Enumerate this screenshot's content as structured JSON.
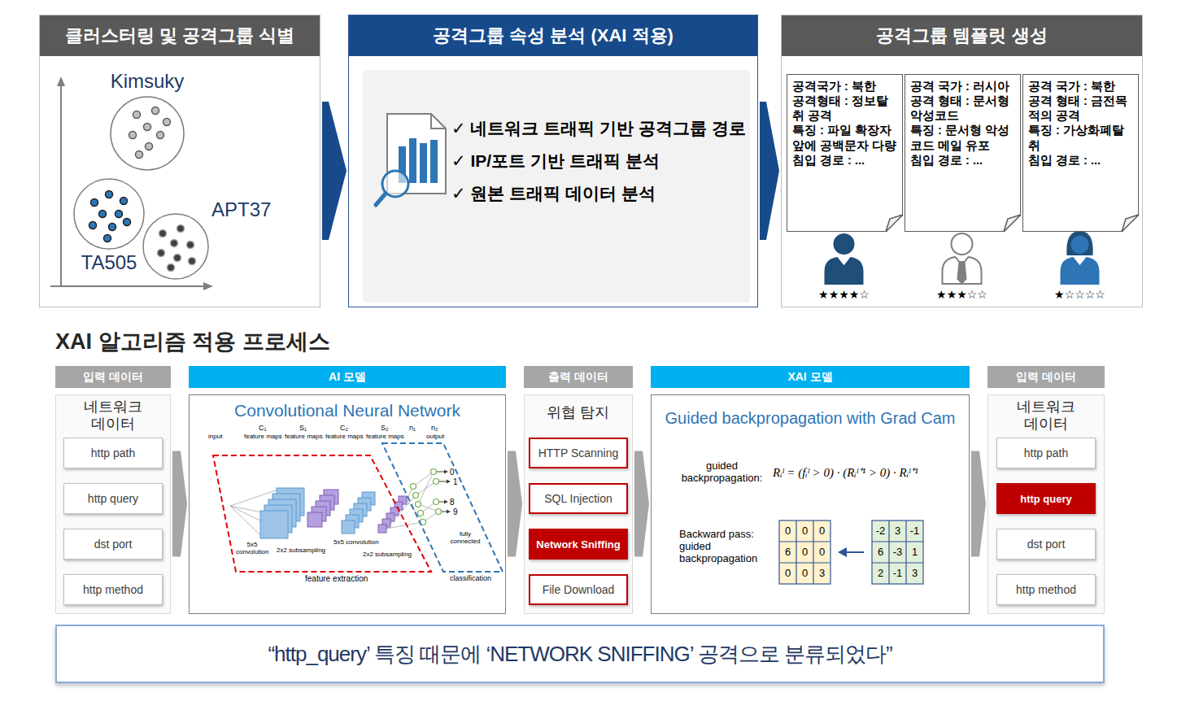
{
  "diagram": {
    "title": "XAI 알고리즘 적용 프로세스",
    "nodes": [
      {
        "text": [
          "클러스터링 및 공격그룹 식별"
        ]
      },
      {
        "text": [
          "Kimsuky"
        ],
        "in": 0
      },
      {
        "text": [
          "TA505"
        ],
        "in": 0
      },
      {
        "text": [
          "APT37"
        ],
        "in": 0
      },
      {
        "text": [
          "공격그룹 속성 분석 (XAI 적용)",
          "✓ 네트워크 트래픽 기반 공격그룹 경로",
          "✓ IP/포트 기반 트래픽 분석",
          "✓ 원본 트래픽 데이터 분석"
        ]
      },
      {
        "text": [
          "공격그룹 템플릿 생성"
        ]
      },
      {
        "text": [
          "공격국가 : 북한",
          "공격형태 : 정보탈취 공격",
          "특징 : 파일 확장자 앞에 공백문자 다량",
          "침입 경로 : ..."
        ],
        "in": 5
      },
      {
        "text": [
          "공격 국가 : 러시아",
          "공격 형태 : 문서형 악성코드",
          "특징 : 문서형 악성코드 메일 유포",
          "침입 경로 : ..."
        ],
        "in": 5
      },
      {
        "text": [
          "공격 국가 : 북한",
          "공격 형태 : 금전목적의 공격",
          "특징 : 가상화폐탈취",
          "침입 경로 : ..."
        ],
        "in": 5
      },
      {
        "text": [
          "입력 데이터",
          "네트워크 데이터"
        ]
      },
      {
        "text": [
          "http path"
        ],
        "in": 9
      },
      {
        "text": [
          "http query"
        ],
        "in": 9
      },
      {
        "text": [
          "dst port"
        ],
        "in": 9
      },
      {
        "text": [
          "http method"
        ],
        "in": 9
      },
      {
        "text": [
          "AI 모델",
          "Convolutional Neural Network"
        ]
      },
      {
        "text": [
          "출력 데이터",
          "위협 탐지"
        ]
      },
      {
        "text": [
          "HTTP Scanning"
        ],
        "in": 15
      },
      {
        "text": [
          "SQL Injection"
        ],
        "in": 15
      },
      {
        "text": [
          "Network Sniffing"
        ],
        "in": 15
      },
      {
        "text": [
          "File Download"
        ],
        "in": 15
      },
      {
        "text": [
          "XAI 모델",
          "Guided backpropagation with Grad Cam"
        ]
      },
      {
        "text": [
          "입력 데이터",
          "네트워크 데이터"
        ]
      },
      {
        "text": [
          "http path"
        ],
        "in": 21
      },
      {
        "text": [
          "http query"
        ],
        "in": 21
      },
      {
        "text": [
          "dst port"
        ],
        "in": 21
      },
      {
        "text": [
          "http method"
        ],
        "in": 21
      },
      {
        "text": [
          "“http_query’ 특징 때문에 ‘NETWORK SNIFFING’ 공격으로 분류되었다”"
        ]
      }
    ],
    "edges": [
      {
        "from": 0,
        "to": 4,
        "arrow": "to"
      },
      {
        "from": 4,
        "to": 5,
        "arrow": "to"
      },
      {
        "from": 9,
        "to": 14,
        "arrow": "to"
      },
      {
        "from": 14,
        "to": 15,
        "arrow": "to"
      },
      {
        "from": 15,
        "to": 20,
        "arrow": "to"
      },
      {
        "from": 20,
        "to": 21,
        "arrow": "to"
      }
    ],
    "labels": [
      "★★★★☆",
      "★★★☆☆",
      "★☆☆☆☆",
      "C₁",
      "feature maps",
      "S₁",
      "feature maps",
      "C₂",
      "feature maps",
      "S₂",
      "feature maps",
      "n₁",
      "n₂",
      "output",
      "input",
      "5x5 convolution",
      "2x2 subsampling",
      "5x5 convolution",
      "2x2 subsampling",
      "fully connected",
      "feature extraction",
      "classification",
      "0",
      "1",
      "8",
      "9",
      "guided backpropagation:",
      "Rᵢˡ = (fᵢˡ > 0) · (Rᵢˡ⁺¹ > 0) · Rᵢˡ⁺¹",
      "Backward pass: guided backpropagation",
      "0",
      "0",
      "0",
      "6",
      "0",
      "0",
      "0",
      "0",
      "3",
      "-2",
      "3",
      "-1",
      "6",
      "-3",
      "1",
      "2",
      "-1",
      "3"
    ]
  }
}
